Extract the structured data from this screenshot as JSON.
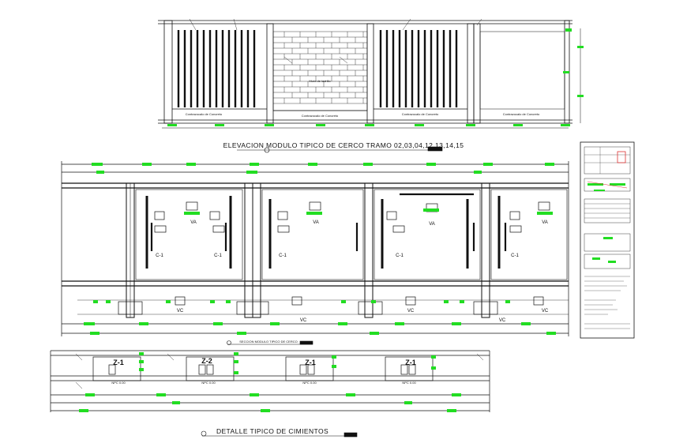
{
  "colors": {
    "line": "#111111",
    "dim_marker": "#22dd22",
    "paper": "#ffffff"
  },
  "elevation": {
    "title": "ELEVACION MODULO TIPICO DE CERCO TRAMO 02,03,04,12,13,14,15",
    "base_label": "Contrazocalo de Concreto",
    "bays": [
      {
        "type": "grille",
        "base_label": "Contrazocalo de Concreto"
      },
      {
        "type": "brick",
        "base_label": "Contrazocalo de Concreto",
        "note": "Muro de ladrillo"
      },
      {
        "type": "grille",
        "base_label": "Contrazocalo de Concreto"
      },
      {
        "type": "blank",
        "base_label": "Contrazocalo de Concreto"
      }
    ]
  },
  "plan": {
    "title": "SECCION MODULO TIPICO DE CERCO",
    "columns": [
      "C-1",
      "C-1",
      "C-1",
      "C-1",
      "C-1"
    ],
    "beams": [
      "VA",
      "VA",
      "VA",
      "VA"
    ],
    "footings": [
      "VC",
      "VC",
      "VC",
      "VC",
      "VC"
    ]
  },
  "foundation": {
    "title": "DETALLE TIPICO DE CIMIENTOS",
    "zapatas": [
      {
        "label": "Z-1",
        "sub": "NPC 0.00"
      },
      {
        "label": "Z-2",
        "sub": "NPC 0.00"
      },
      {
        "label": "Z-1",
        "sub": "NPC 0.00"
      },
      {
        "label": "Z-1",
        "sub": "NPC 0.00"
      }
    ]
  },
  "sheet_panel": {
    "icon": "title-block-icon"
  }
}
